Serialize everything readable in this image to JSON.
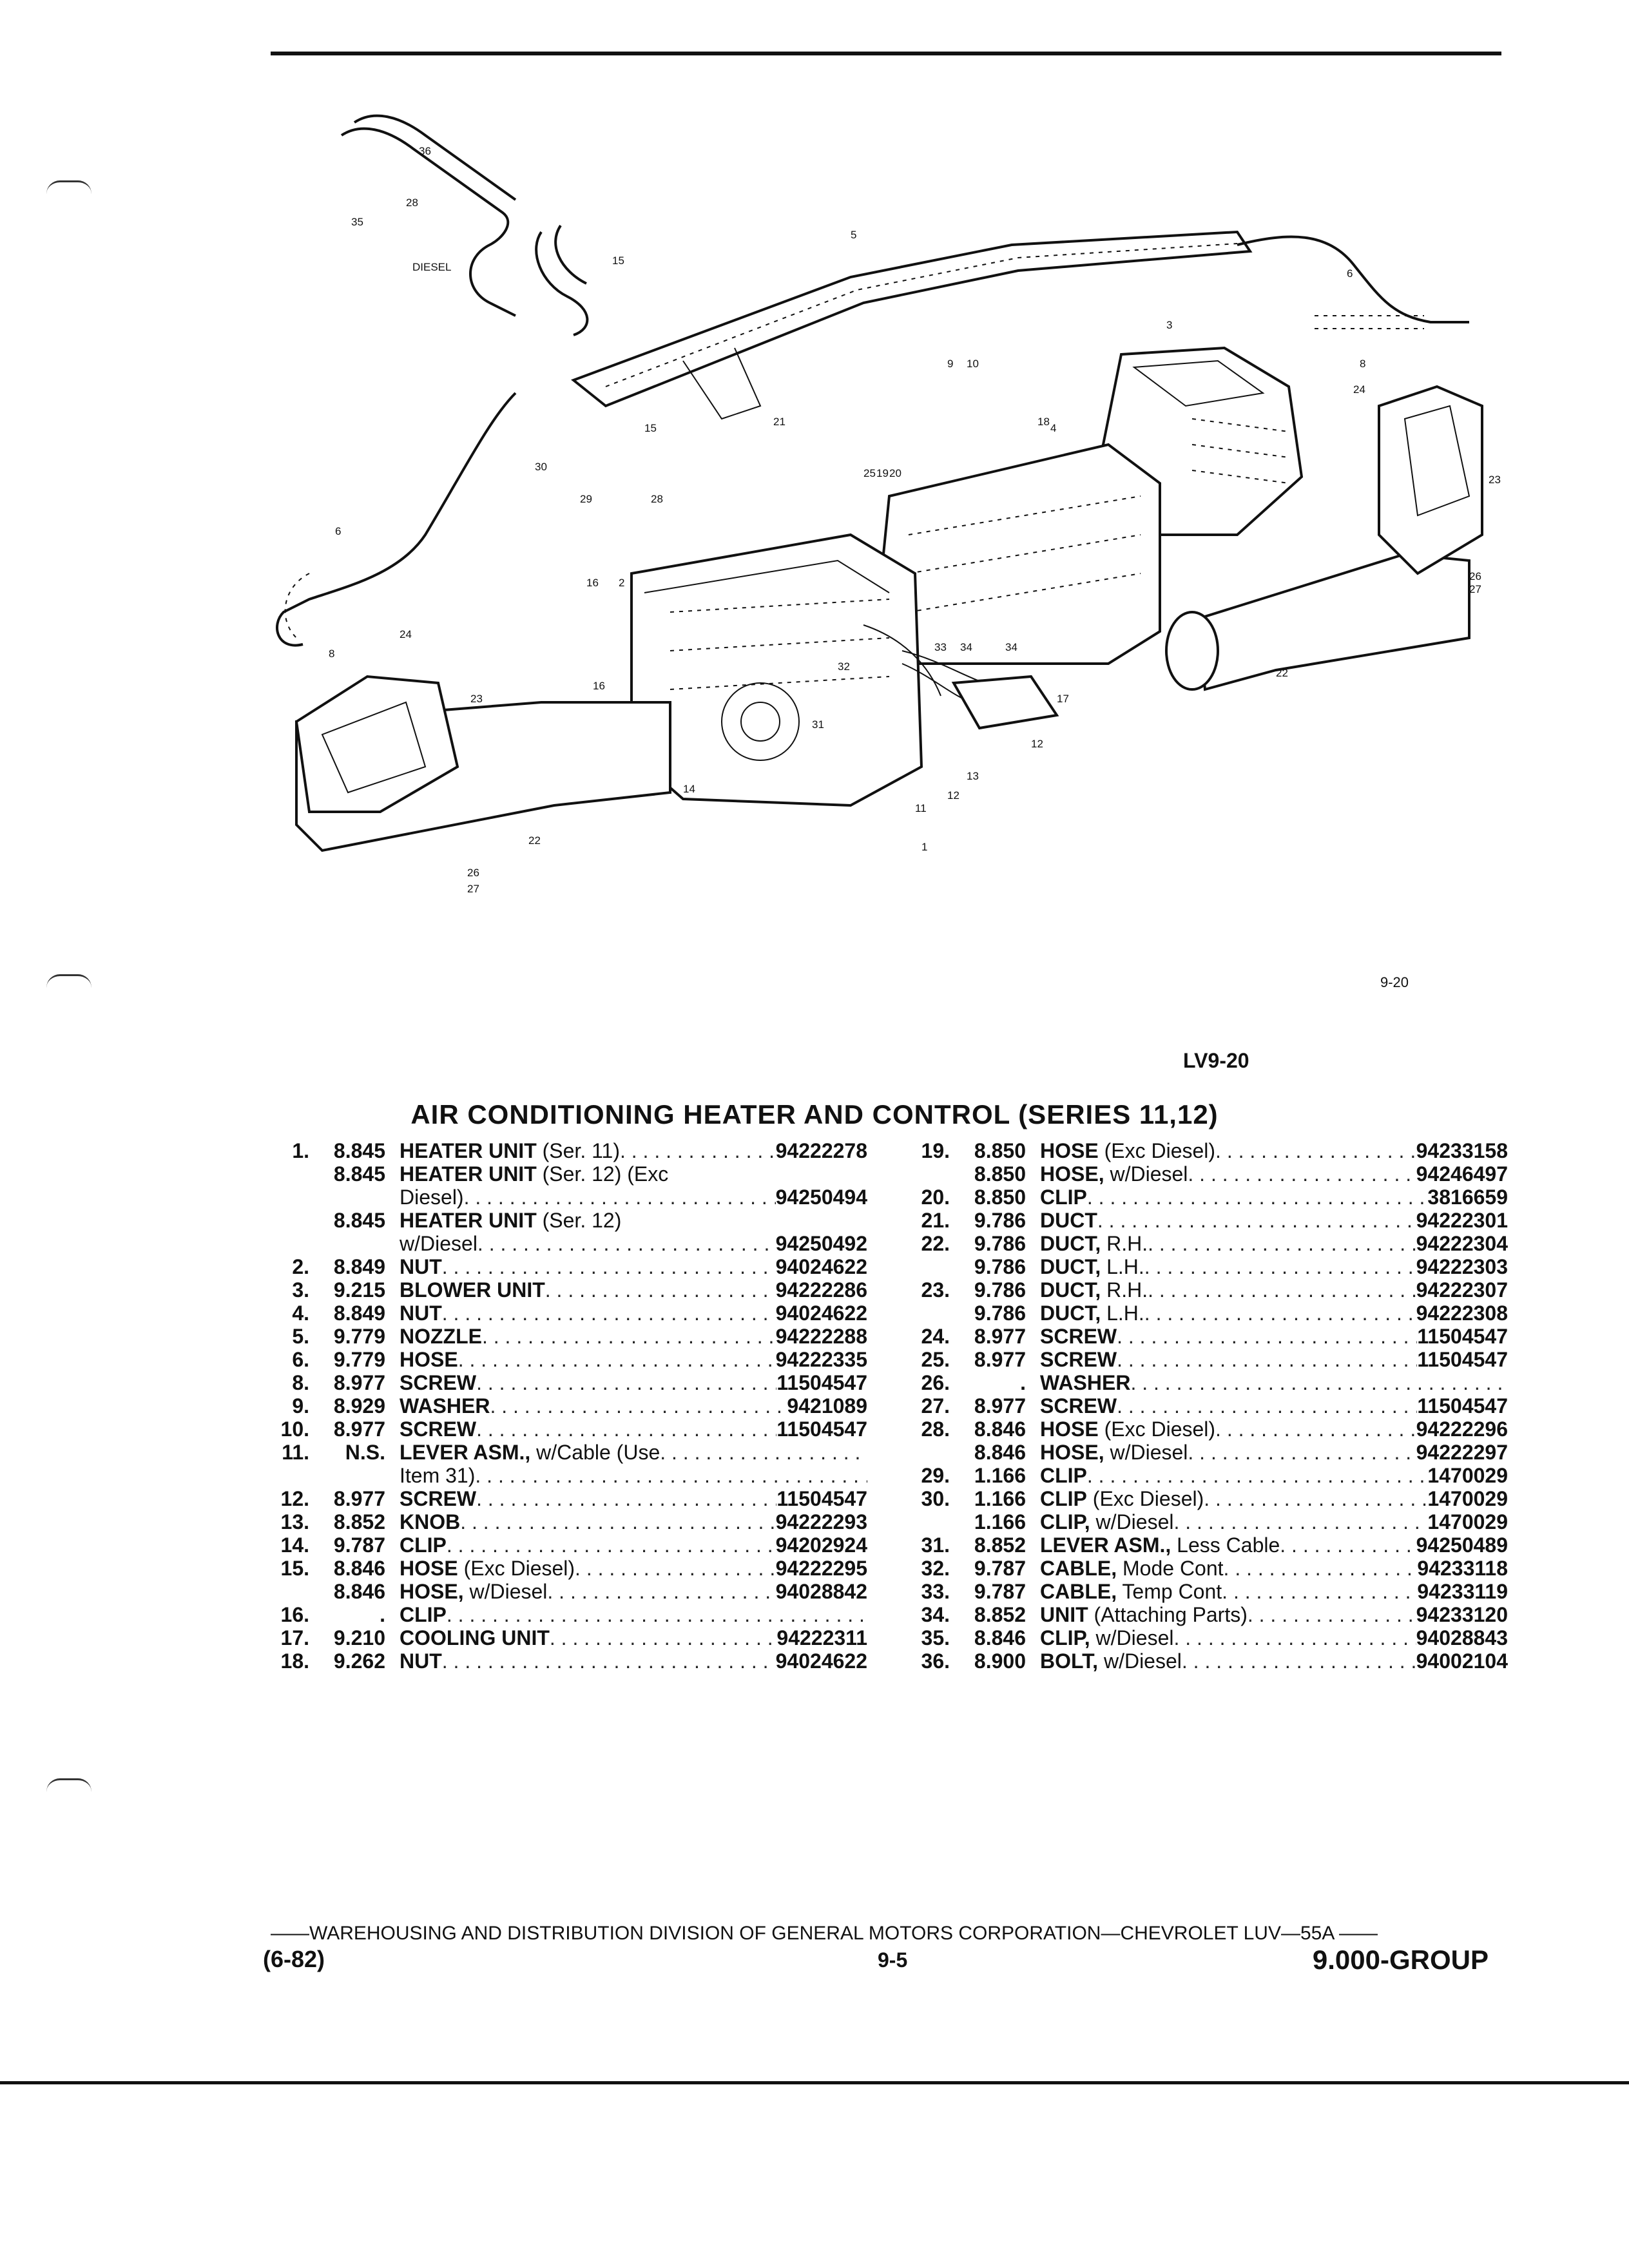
{
  "diagram": {
    "variant_label": "DIESEL",
    "callouts": [
      "1",
      "2",
      "3",
      "4",
      "5",
      "6",
      "6",
      "8",
      "8",
      "9",
      "10",
      "11",
      "12",
      "12",
      "13",
      "14",
      "15",
      "15",
      "16",
      "16",
      "17",
      "18",
      "19",
      "20",
      "21",
      "22",
      "22",
      "23",
      "23",
      "24",
      "24",
      "25",
      "26",
      "26",
      "27",
      "27",
      "28",
      "28",
      "29",
      "30",
      "31",
      "32",
      "33",
      "34",
      "34",
      "35",
      "36"
    ]
  },
  "figure": {
    "small_ref": "9-20",
    "code": "LV9-20"
  },
  "title": "AIR CONDITIONING HEATER AND CONTROL (SERIES 11,12)",
  "parts_left": [
    {
      "num": "1.",
      "code": "8.845",
      "name": "HEATER UNIT",
      "qual": " (Ser. 11)",
      "part": "94222278"
    },
    {
      "num": "",
      "code": "8.845",
      "name": "HEATER UNIT",
      "qual": " (Ser. 12) (Exc",
      "part": ""
    },
    {
      "num": "",
      "code": "",
      "name": "",
      "qual": "Diesel)",
      "part": "94250494"
    },
    {
      "num": "",
      "code": "8.845",
      "name": "HEATER UNIT",
      "qual": " (Ser. 12)",
      "part": ""
    },
    {
      "num": "",
      "code": "",
      "name": "",
      "qual": "w/Diesel",
      "part": "94250492"
    },
    {
      "num": "2.",
      "code": "8.849",
      "name": "NUT",
      "qual": "",
      "part": "94024622"
    },
    {
      "num": "3.",
      "code": "9.215",
      "name": "BLOWER UNIT",
      "qual": "",
      "part": "94222286"
    },
    {
      "num": "4.",
      "code": "8.849",
      "name": "NUT",
      "qual": "",
      "part": "94024622"
    },
    {
      "num": "5.",
      "code": "9.779",
      "name": "NOZZLE",
      "qual": "",
      "part": "94222288"
    },
    {
      "num": "6.",
      "code": "9.779",
      "name": "HOSE",
      "qual": "",
      "part": "94222335"
    },
    {
      "num": "8.",
      "code": "8.977",
      "name": "SCREW",
      "qual": "",
      "part": "11504547"
    },
    {
      "num": "9.",
      "code": "8.929",
      "name": "WASHER",
      "qual": "",
      "part": "9421089"
    },
    {
      "num": "10.",
      "code": "8.977",
      "name": "SCREW",
      "qual": "",
      "part": "11504547"
    },
    {
      "num": "11.",
      "code": "N.S.",
      "name": "LEVER ASM.,",
      "qual": " w/Cable (Use",
      "part": ""
    },
    {
      "num": "",
      "code": "",
      "name": "",
      "qual": "Item 31)",
      "part": ""
    },
    {
      "num": "12.",
      "code": "8.977",
      "name": "SCREW",
      "qual": "",
      "part": "11504547"
    },
    {
      "num": "13.",
      "code": "8.852",
      "name": "KNOB",
      "qual": "",
      "part": "94222293"
    },
    {
      "num": "14.",
      "code": "9.787",
      "name": "CLIP",
      "qual": "",
      "part": "94202924"
    },
    {
      "num": "15.",
      "code": "8.846",
      "name": "HOSE",
      "qual": " (Exc Diesel)",
      "part": "94222295"
    },
    {
      "num": "",
      "code": "8.846",
      "name": "HOSE,",
      "qual": " w/Diesel",
      "part": "94028842"
    },
    {
      "num": "16.",
      "code": ".",
      "name": "CLIP",
      "qual": "",
      "part": ""
    },
    {
      "num": "17.",
      "code": "9.210",
      "name": "COOLING UNIT",
      "qual": "",
      "part": "94222311"
    },
    {
      "num": "18.",
      "code": "9.262",
      "name": "NUT",
      "qual": "",
      "part": "94024622"
    }
  ],
  "parts_right": [
    {
      "num": "19.",
      "code": "8.850",
      "name": "HOSE",
      "qual": " (Exc Diesel)",
      "part": "94233158"
    },
    {
      "num": "",
      "code": "8.850",
      "name": "HOSE,",
      "qual": " w/Diesel",
      "part": "94246497"
    },
    {
      "num": "20.",
      "code": "8.850",
      "name": "CLIP",
      "qual": "",
      "part": "3816659"
    },
    {
      "num": "21.",
      "code": "9.786",
      "name": "DUCT",
      "qual": "",
      "part": "94222301"
    },
    {
      "num": "22.",
      "code": "9.786",
      "name": "DUCT,",
      "qual": " R.H.",
      "part": "94222304"
    },
    {
      "num": "",
      "code": "9.786",
      "name": "DUCT,",
      "qual": " L.H.",
      "part": "94222303"
    },
    {
      "num": "23.",
      "code": "9.786",
      "name": "DUCT,",
      "qual": " R.H.",
      "part": "94222307"
    },
    {
      "num": "",
      "code": "9.786",
      "name": "DUCT,",
      "qual": " L.H.",
      "part": "94222308"
    },
    {
      "num": "24.",
      "code": "8.977",
      "name": "SCREW",
      "qual": "",
      "part": "11504547"
    },
    {
      "num": "25.",
      "code": "8.977",
      "name": "SCREW",
      "qual": "",
      "part": "11504547"
    },
    {
      "num": "26.",
      "code": ".",
      "name": "WASHER",
      "qual": "",
      "part": ""
    },
    {
      "num": "27.",
      "code": "8.977",
      "name": "SCREW",
      "qual": "",
      "part": "11504547"
    },
    {
      "num": "28.",
      "code": "8.846",
      "name": "HOSE",
      "qual": " (Exc Diesel)",
      "part": "94222296"
    },
    {
      "num": "",
      "code": "8.846",
      "name": "HOSE,",
      "qual": " w/Diesel",
      "part": "94222297"
    },
    {
      "num": "29.",
      "code": "1.166",
      "name": "CLIP",
      "qual": "",
      "part": "1470029"
    },
    {
      "num": "30.",
      "code": "1.166",
      "name": "CLIP",
      "qual": " (Exc Diesel)",
      "part": "1470029"
    },
    {
      "num": "",
      "code": "1.166",
      "name": "CLIP,",
      "qual": " w/Diesel",
      "part": "1470029"
    },
    {
      "num": "31.",
      "code": "8.852",
      "name": "LEVER ASM.,",
      "qual": " Less Cable",
      "part": "94250489"
    },
    {
      "num": "32.",
      "code": "9.787",
      "name": "CABLE,",
      "qual": " Mode Cont",
      "part": "94233118"
    },
    {
      "num": "33.",
      "code": "9.787",
      "name": "CABLE,",
      "qual": " Temp Cont",
      "part": "94233119"
    },
    {
      "num": "34.",
      "code": "8.852",
      "name": "UNIT",
      "qual": " (Attaching Parts)",
      "part": "94233120"
    },
    {
      "num": "35.",
      "code": "8.846",
      "name": "CLIP,",
      "qual": " w/Diesel",
      "part": "94028843"
    },
    {
      "num": "36.",
      "code": "8.900",
      "name": "BOLT,",
      "qual": " w/Diesel",
      "part": "94002104"
    }
  ],
  "footer": {
    "division": "——WAREHOUSING AND DISTRIBUTION  DIVISION OF GENERAL MOTORS CORPORATION—CHEVROLET LUV—55A  ——",
    "date": "(6-82)",
    "page": "9-5",
    "group": "9.000-GROUP"
  }
}
